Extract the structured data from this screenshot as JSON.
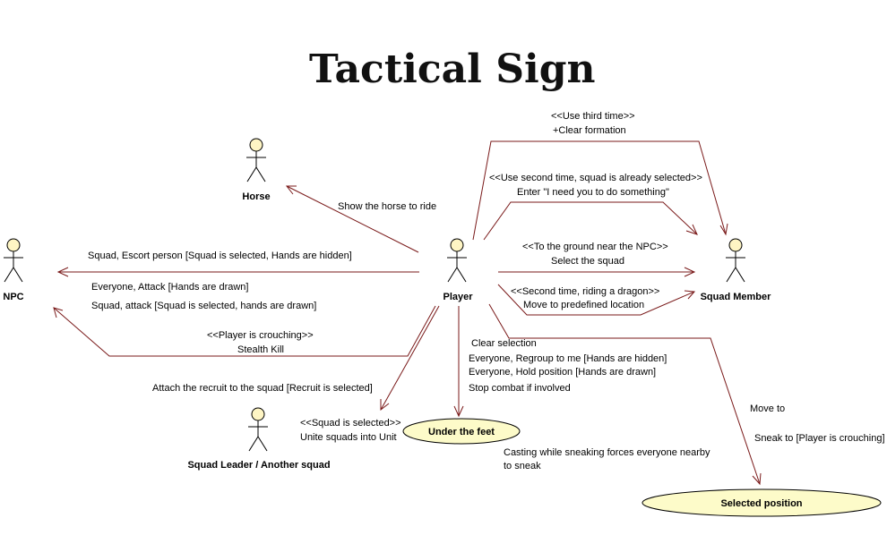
{
  "title": "Tactical Sign",
  "actors": {
    "horse": "Horse",
    "npc": "NPC",
    "player": "Player",
    "squad_member": "Squad Member",
    "squad_leader": "Squad Leader / Another squad"
  },
  "use_cases": {
    "under_feet": "Under the feet",
    "selected_position": "Selected position"
  },
  "edges": {
    "third_time": [
      "<<Use third time>>",
      "+Clear formation"
    ],
    "second_time": [
      "<<Use second time, squad is already selected>>",
      "Enter \"I need you to do something\""
    ],
    "horse": [
      "Show the horse to ride"
    ],
    "npc_ground": [
      "<<To the ground near the NPC>>",
      "Select the squad"
    ],
    "dragon": [
      "<<Second time, riding a dragon>>",
      "Move to predefined location"
    ],
    "escort": [
      "Squad, Escort person [Squad is selected, Hands are hidden]"
    ],
    "attack": [
      "Everyone, Attack [Hands are drawn]",
      "Squad, attack [Squad is selected, hands are drawn]"
    ],
    "stealth": [
      "<<Player is crouching>>",
      "Stealth Kill"
    ],
    "recruit": [
      "Attach the recruit to the squad [Recruit is selected]"
    ],
    "unite": [
      "<<Squad is selected>>",
      "Unite squads into Unit"
    ],
    "feet": [
      "Clear selection",
      "Everyone, Regroup to me [Hands are hidden]",
      "Everyone, Hold position [Hands are drawn]",
      "Stop combat if involved"
    ],
    "casting": [
      "Casting while sneaking forces everyone nearby",
      "to sneak"
    ],
    "move_to": [
      "Move to"
    ],
    "sneak_to": [
      "Sneak to [Player is crouching]"
    ]
  },
  "colors": {
    "edge": "#7a1a1a",
    "actor_head": "#fef5c4",
    "use_case_fill": "#fdfbc9"
  }
}
